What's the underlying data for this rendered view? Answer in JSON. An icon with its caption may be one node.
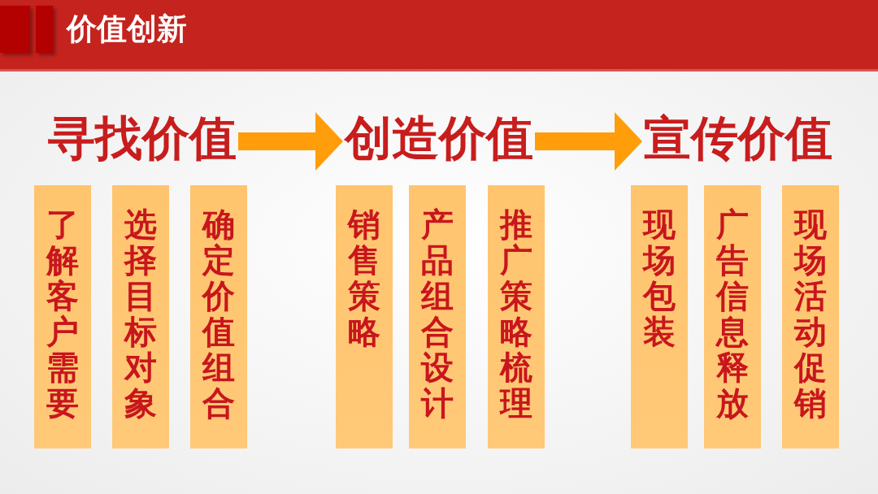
{
  "diagram": {
    "title": "价值创新",
    "nodes": [
      {
        "text": [
          "寻找价值"
        ]
      },
      {
        "text": [
          "创造价值"
        ]
      },
      {
        "text": [
          "宣传价值"
        ]
      },
      {
        "text": [
          "了解客户需要"
        ]
      },
      {
        "text": [
          "选择目标对象"
        ]
      },
      {
        "text": [
          "确定价值组合"
        ]
      },
      {
        "text": [
          "销售策略"
        ]
      },
      {
        "text": [
          "产品组合设计"
        ]
      },
      {
        "text": [
          "推广策略梳理"
        ]
      },
      {
        "text": [
          "现场包装"
        ]
      },
      {
        "text": [
          "广告信息释放"
        ]
      },
      {
        "text": [
          "现场活动促销"
        ]
      }
    ],
    "edges": [
      {
        "from": 0,
        "to": 1,
        "arrow": "to"
      },
      {
        "from": 1,
        "to": 2,
        "arrow": "to"
      }
    ]
  }
}
